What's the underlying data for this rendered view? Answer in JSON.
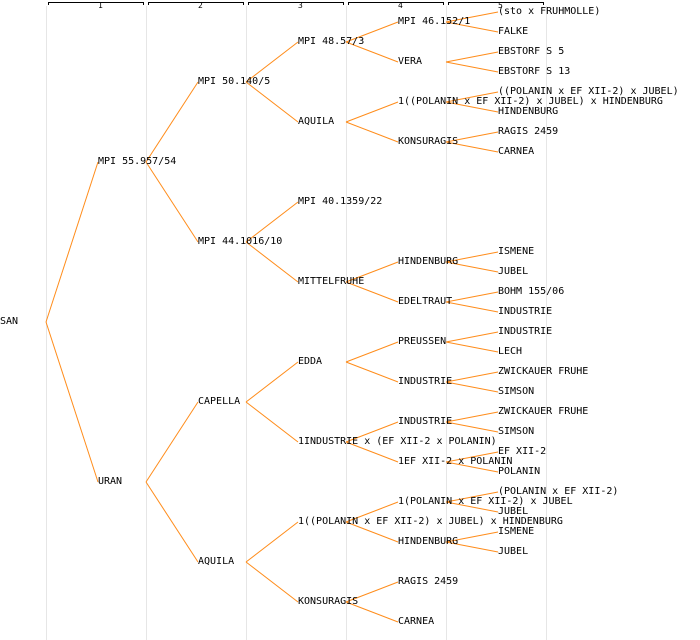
{
  "generations": [
    "1",
    "2",
    "3",
    "4",
    "5"
  ],
  "tree": {
    "name": "SAN",
    "children": [
      {
        "name": "MPI 55.957/54",
        "children": [
          {
            "name": "MPI 50.140/5",
            "children": [
              {
                "name": "MPI 48.57/3",
                "children": [
                  {
                    "name": "MPI 46.152/1",
                    "children": [
                      {
                        "name": "(sto x FRUHMOLLE)"
                      },
                      {
                        "name": "FALKE"
                      }
                    ]
                  },
                  {
                    "name": "VERA",
                    "children": [
                      {
                        "name": "EBSTORF S 5"
                      },
                      {
                        "name": "EBSTORF S 13"
                      }
                    ]
                  }
                ]
              },
              {
                "name": "AQUILA",
                "children": [
                  {
                    "name": "1((POLANIN x EF XII-2) x JUBEL) x HINDENBURG",
                    "children": [
                      {
                        "name": "((POLANIN x EF XII-2) x JUBEL)"
                      },
                      {
                        "name": "HINDENBURG"
                      }
                    ]
                  },
                  {
                    "name": "KONSURAGIS",
                    "children": [
                      {
                        "name": "RAGIS 2459"
                      },
                      {
                        "name": "CARNEA"
                      }
                    ]
                  }
                ]
              }
            ]
          },
          {
            "name": "MPI 44.1016/10",
            "children": [
              {
                "name": "MPI 40.1359/22"
              },
              {
                "name": "MITTELFRUHE",
                "children": [
                  {
                    "name": "HINDENBURG",
                    "children": [
                      {
                        "name": "ISMENE"
                      },
                      {
                        "name": "JUBEL"
                      }
                    ]
                  },
                  {
                    "name": "EDELTRAUT",
                    "children": [
                      {
                        "name": "BOHM 155/06"
                      },
                      {
                        "name": "INDUSTRIE"
                      }
                    ]
                  }
                ]
              }
            ]
          }
        ]
      },
      {
        "name": "URAN",
        "children": [
          {
            "name": "CAPELLA",
            "children": [
              {
                "name": "EDDA",
                "children": [
                  {
                    "name": "PREUSSEN",
                    "children": [
                      {
                        "name": "INDUSTRIE"
                      },
                      {
                        "name": "LECH"
                      }
                    ]
                  },
                  {
                    "name": "INDUSTRIE",
                    "children": [
                      {
                        "name": "ZWICKAUER FRUHE"
                      },
                      {
                        "name": "SIMSON"
                      }
                    ]
                  }
                ]
              },
              {
                "name": "1INDUSTRIE x (EF XII-2 x POLANIN)",
                "children": [
                  {
                    "name": "INDUSTRIE",
                    "children": [
                      {
                        "name": "ZWICKAUER FRUHE"
                      },
                      {
                        "name": "SIMSON"
                      }
                    ]
                  },
                  {
                    "name": "1EF XII-2 x POLANIN",
                    "children": [
                      {
                        "name": "EF XII-2"
                      },
                      {
                        "name": "POLANIN"
                      }
                    ]
                  }
                ]
              }
            ]
          },
          {
            "name": "AQUILA",
            "children": [
              {
                "name": "1((POLANIN x EF XII-2) x JUBEL) x HINDENBURG",
                "children": [
                  {
                    "name": "1(POLANIN x EF XII-2) x JUBEL",
                    "children": [
                      {
                        "name": "(POLANIN x EF XII-2)"
                      },
                      {
                        "name": "JUBEL"
                      }
                    ]
                  },
                  {
                    "name": "HINDENBURG",
                    "children": [
                      {
                        "name": "ISMENE"
                      },
                      {
                        "name": "JUBEL"
                      }
                    ]
                  }
                ]
              },
              {
                "name": "KONSURAGIS",
                "children": [
                  {
                    "name": "RAGIS 2459"
                  },
                  {
                    "name": "CARNEA"
                  }
                ]
              }
            ]
          }
        ]
      }
    ]
  }
}
